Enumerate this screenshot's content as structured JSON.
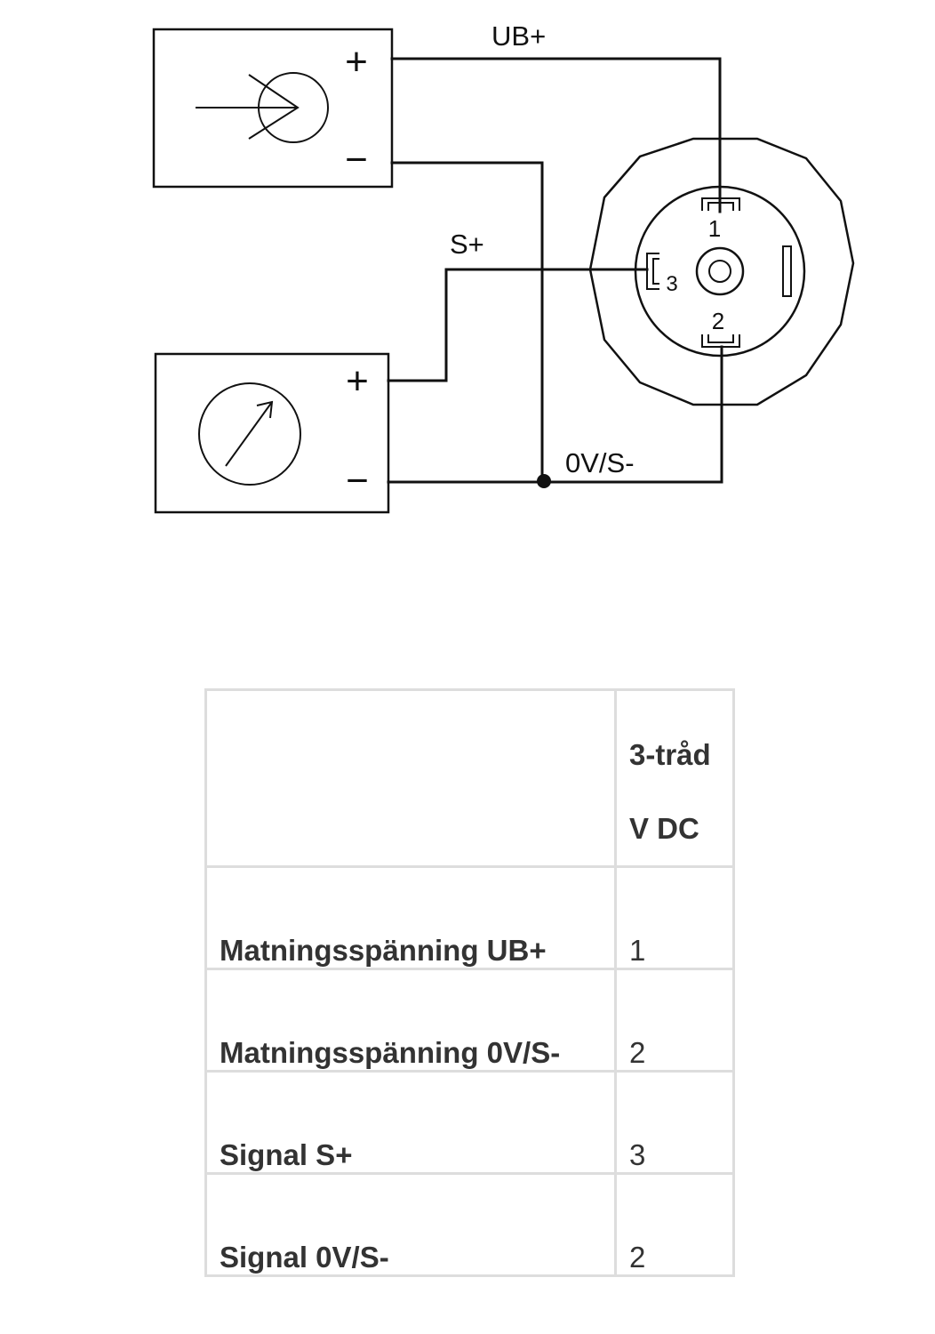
{
  "diagram": {
    "wire_labels": {
      "supply_positive": "UB+",
      "signal_positive": "S+",
      "common_negative": "0V/S-"
    },
    "terminal_symbols": {
      "plus": "+",
      "minus": "−"
    },
    "connector_pins": [
      "1",
      "2",
      "3"
    ]
  },
  "table": {
    "header": {
      "line1": "3-tråd",
      "line2": "V DC"
    },
    "rows": [
      {
        "label": "Matningsspänning UB+",
        "value": "1"
      },
      {
        "label": "Matningsspänning 0V/S-",
        "value": "2"
      },
      {
        "label": "Signal S+",
        "value": "3"
      },
      {
        "label": "Signal 0V/S-",
        "value": "2"
      }
    ]
  }
}
